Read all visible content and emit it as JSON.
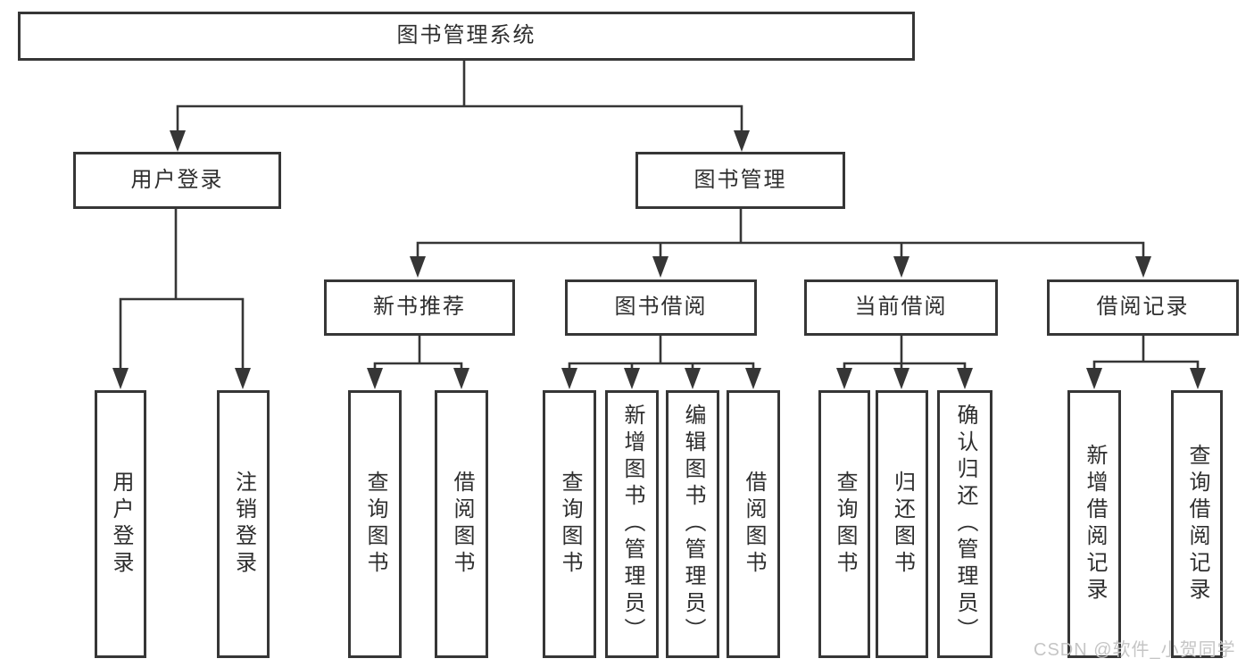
{
  "title": "图书管理系统",
  "nodes": {
    "user_login": "用户登录",
    "book_management": "图书管理",
    "new_book_recommend": "新书推荐",
    "book_borrow": "图书借阅",
    "current_borrow": "当前借阅",
    "borrow_records": "借阅记录",
    "login_children": [
      "用户登录",
      "注销登录"
    ],
    "new_book_children": [
      "查询图书",
      "借阅图书"
    ],
    "book_borrow_children": [
      "查询图书",
      "新增图书（管理员）",
      "编辑图书（管理员）",
      "借阅图书"
    ],
    "current_borrow_children": [
      "查询图书",
      "归还图书",
      "确认归还（管理员）"
    ],
    "records_children": [
      "新增借阅记录",
      "查询借阅记录"
    ]
  },
  "watermark": "CSDN @软件_小贺同学",
  "colors": {
    "line": "#363636",
    "text": "#2e2e2e",
    "node_background": "#ffffff",
    "watermark": "#c5c5c5",
    "background": "#ffffff"
  }
}
